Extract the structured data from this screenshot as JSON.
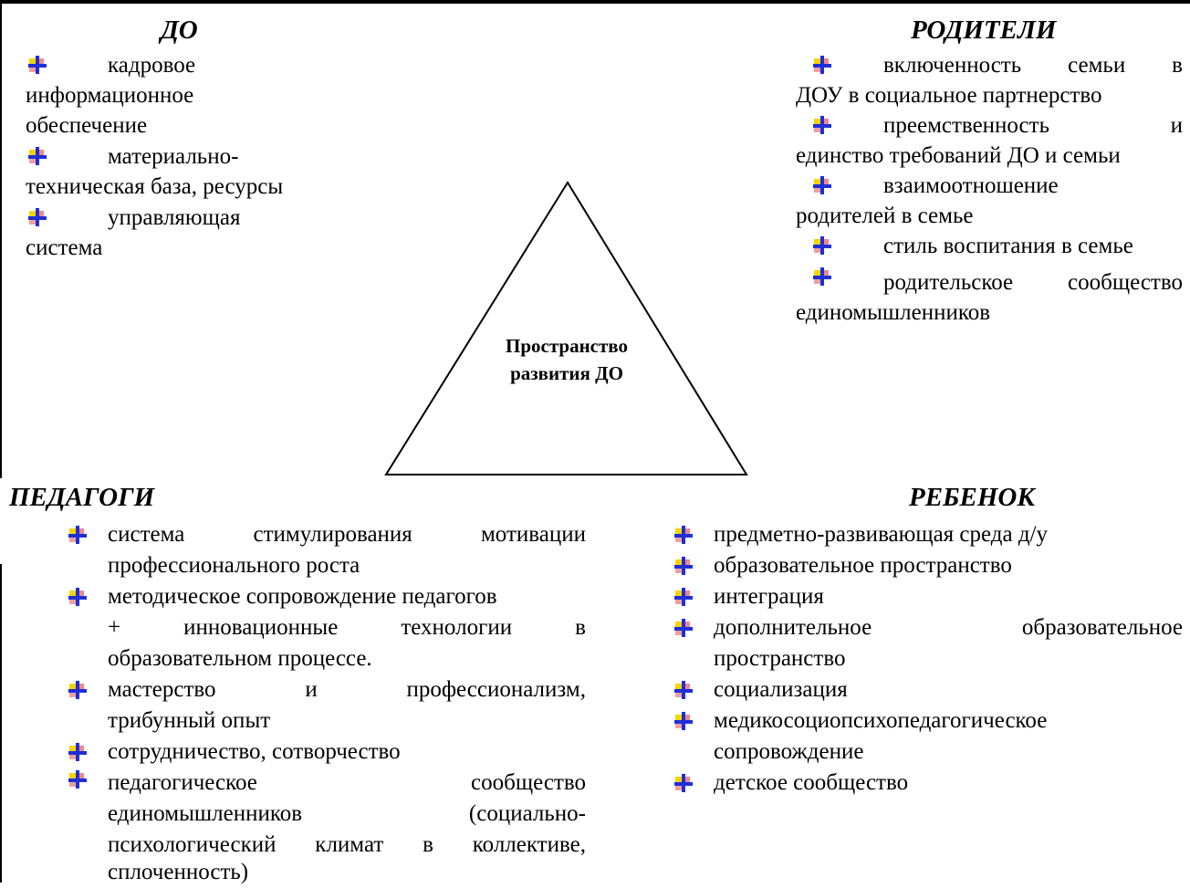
{
  "center": {
    "line1": "Пространство",
    "line2": "развития  ДО"
  },
  "do_block": {
    "title": "ДО",
    "items": [
      {
        "line1": "кадровое",
        "line2": "информационное",
        "line3": "обеспечение"
      },
      {
        "line1": "материально-",
        "line2": "техническая база, ресурсы"
      },
      {
        "line1": "управляющая",
        "line2": "система"
      }
    ]
  },
  "parents_block": {
    "title": "РОДИТЕЛИ",
    "items": [
      {
        "words": [
          "включенность",
          "семьи",
          "в"
        ],
        "line2": "ДОУ в социальное партнерство"
      },
      {
        "words": [
          "преемственность",
          "и"
        ],
        "line2": "единство требований ДО и семьи"
      },
      {
        "line1": "взаимоотношение",
        "line2": "родителей в семье"
      },
      {
        "line1": "стиль воспитания в семье"
      },
      {
        "words": [
          "родительское",
          "сообщество"
        ],
        "line2": "единомышленников"
      }
    ]
  },
  "teachers_block": {
    "title": "ПЕДАГОГИ",
    "items": [
      {
        "words": [
          "система",
          "стимулирования",
          "мотивации"
        ],
        "line2": "профессионального роста"
      },
      {
        "line1": "методическое сопровождение педагогов",
        "words2": [
          "+",
          "инновационные",
          "технологии",
          "в"
        ],
        "line3": "образовательном процессе."
      },
      {
        "words": [
          "мастерство",
          "и",
          "профессионализм,"
        ],
        "line2": "трибунный опыт"
      },
      {
        "line1": "сотрудничество, сотворчество"
      },
      {
        "words": [
          "педагогическое",
          "сообщество"
        ],
        "words2": [
          "единомышленников",
          "(социально-"
        ],
        "words3": [
          "психологический",
          "климат",
          "в",
          "коллективе,"
        ],
        "line4": "сплоченность)"
      }
    ]
  },
  "child_block": {
    "title": "РЕБЕНОК",
    "items": [
      {
        "line1": "предметно-развивающая среда д/у"
      },
      {
        "line1": "образовательное пространство"
      },
      {
        "line1": "интеграция"
      },
      {
        "words": [
          "дополнительное",
          "образовательное"
        ],
        "line2": "пространство"
      },
      {
        "line1": "социализация"
      },
      {
        "line1": "медикосоциопсихопедагогическое",
        "line2": "сопровождение"
      },
      {
        "line1": "детское сообщество"
      }
    ]
  },
  "colors": {
    "bullet_red": "#e0282e",
    "bullet_yellow": "#f5d400",
    "bullet_blue": "#1f2fd6",
    "line": "#000000"
  },
  "icons": {
    "bullet": "colored-plus-icon"
  }
}
